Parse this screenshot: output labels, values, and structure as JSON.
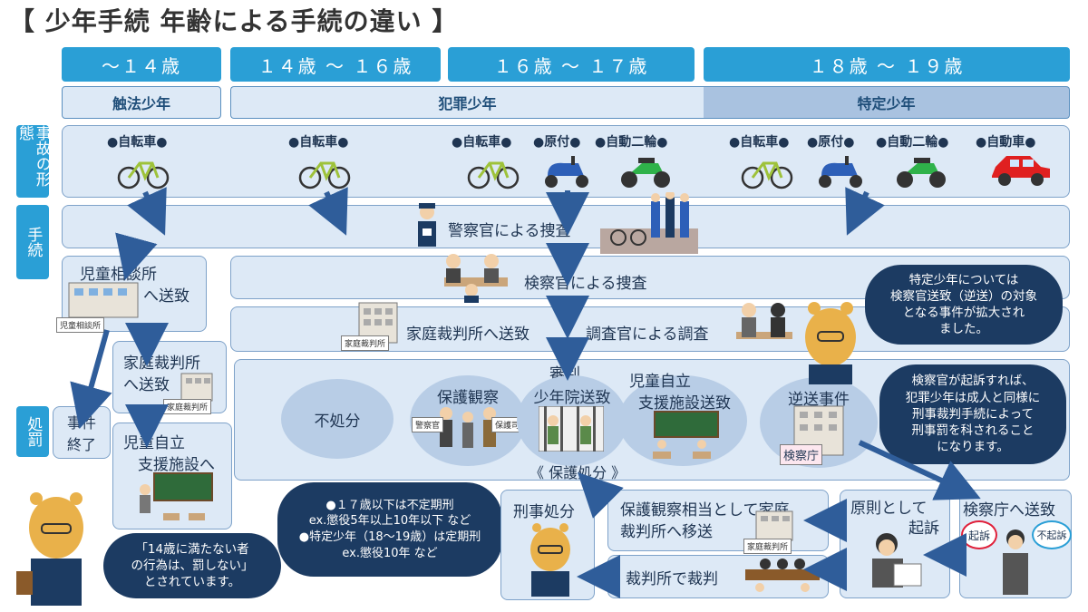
{
  "title": "【 少年手続  年齢による手続の違い 】",
  "age_headers": [
    "～１４歳",
    "１４歳 ～ １６歳",
    "１６歳 ～ １７歳",
    "１８歳 ～ １９歳"
  ],
  "categories": {
    "c1": "触法少年",
    "c2": "犯罪少年",
    "c3": "特定少年"
  },
  "row_labels": {
    "accident": "事故の形態",
    "procedure": "手続",
    "disposition": "処罰"
  },
  "vehicles": {
    "v1": "●自転車●",
    "v2": "●自転車●",
    "v3": "●自転車●",
    "v4": "●原付●",
    "v5": "●自動二輪●",
    "v6": "●自転車●",
    "v7": "●原付●",
    "v8": "●自動二輪●",
    "v9": "●自動車●"
  },
  "procedure": {
    "police": "警察官による捜査",
    "prosecutor": "検察官による捜査",
    "family_court": "家庭裁判所へ送致",
    "investigator": "調査官による調査",
    "child_guidance_1": "児童相談所",
    "child_guidance_2": "へ送致",
    "family_court_small_1": "家庭裁判所",
    "family_court_small_2": "へ送致",
    "case_end_1": "事件",
    "case_end_2": "終了",
    "facility_1": "児童自立",
    "facility_2": "支援施設へ"
  },
  "hearing": {
    "shinpan": "審判",
    "no_disposition": "不処分",
    "probation": "保護観察",
    "juvenile_school": "少年院送致",
    "facility_a": "児童自立",
    "facility_b": "支援施設送致",
    "reverse": "逆送事件",
    "protective": "《 保護処分 》"
  },
  "tags": {
    "child_guidance": "児童相談所",
    "family_court_a": "家庭裁判所",
    "family_court_b": "家庭裁判所",
    "family_court_c": "家庭裁判所",
    "prosecutors_office": "検察庁",
    "police_officer": "警察官",
    "probation_officer": "保護司"
  },
  "criminal": {
    "keiji": "刑事処分",
    "transfer_1": "保護観察相当として家庭",
    "transfer_2": "裁判所へ移送",
    "trial": "裁判所で裁判",
    "principle_1": "原則として",
    "principle_2": "起訴",
    "to_prosecutor": "検察庁へ送致",
    "indict": "起訴",
    "non_indict": "不起訴"
  },
  "bubbles": {
    "b1": [
      "特定少年については",
      "検察官送致（逆送）の対象",
      "となる事件が拡大され",
      "ました。"
    ],
    "b2": [
      "検察官が起訴すれば、",
      "犯罪少年は成人と同様に",
      "刑事裁判手続によって",
      "刑事罰を科されること",
      "になります。"
    ],
    "b3": [
      "●１７歳以下は不定期刑",
      "ex.懲役5年以上10年以下 など",
      "●特定少年（18～19歳）は定期刑",
      "ex.懲役10年 など"
    ],
    "b4": [
      "「14歳に満たない者",
      "の行為は、罰しない」",
      "とされています。"
    ]
  },
  "colors": {
    "header_blue": "#2a9fd6",
    "panel": "#dde9f6",
    "bubble": "#1c3b62",
    "arrow": "#2f5d9a"
  }
}
